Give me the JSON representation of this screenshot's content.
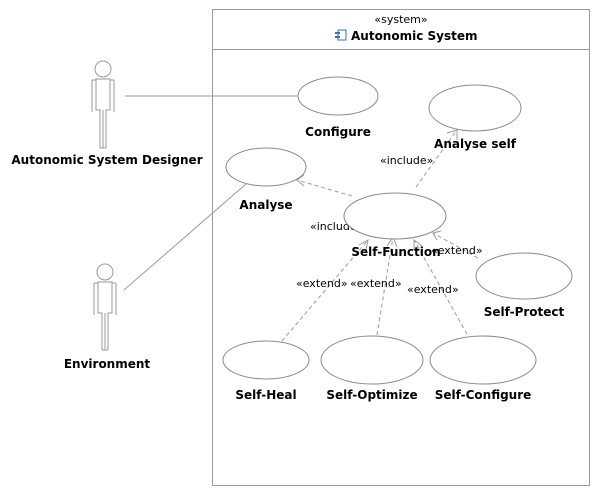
{
  "system": {
    "stereotype": "«system»",
    "title": "Autonomic System",
    "icon": "component-icon"
  },
  "actors": {
    "designer": "Autonomic System Designer",
    "environment": "Environment"
  },
  "use_cases": {
    "configure": "Configure",
    "analyse_self": "Analyse self",
    "analyse": "Analyse",
    "self_function": "Self-Function",
    "self_protect": "Self-Protect",
    "self_heal": "Self-Heal",
    "self_optimize": "Self-Optimize",
    "self_configure": "Self-Configure"
  },
  "relations": {
    "include_analyse_self": "«include»",
    "include_analyse": "«include»",
    "extend_protect": "«extend»",
    "extend_heal": "«extend»",
    "extend_optimize": "«extend»",
    "extend_configure": "«extend»"
  },
  "colors": {
    "line": "#9a9a9a",
    "ellipse_stroke": "#8a8a8a",
    "icon_blue": "#3a6fc4"
  }
}
